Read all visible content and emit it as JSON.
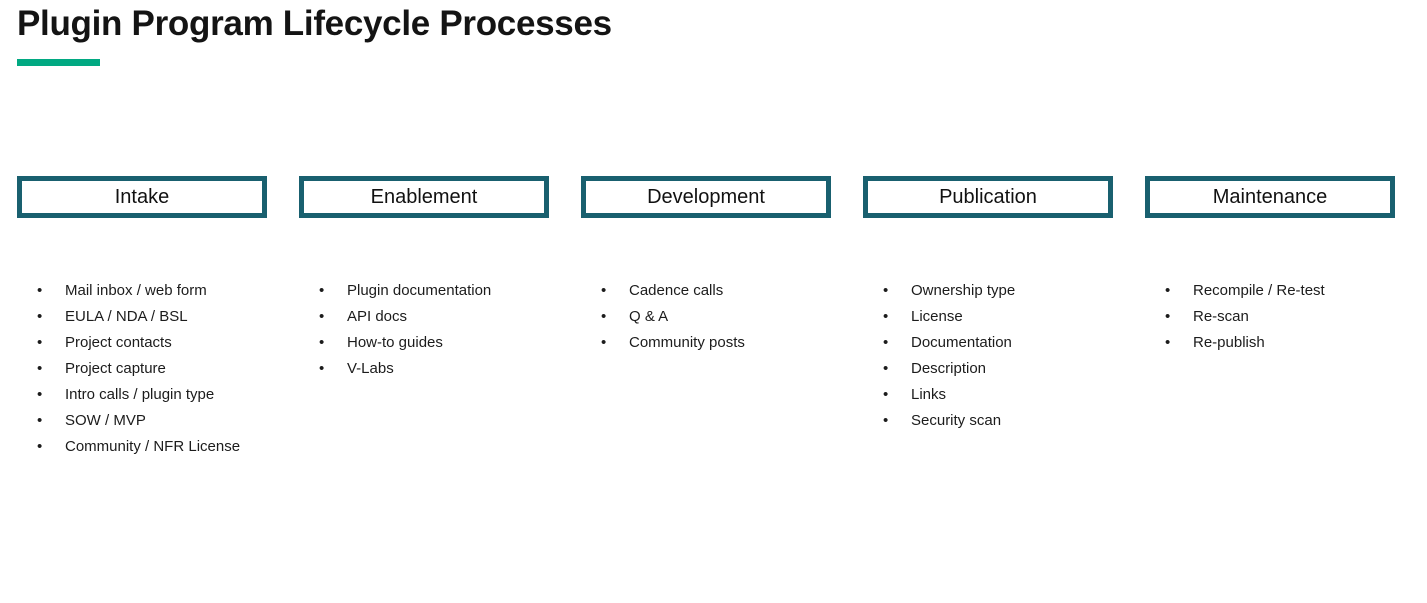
{
  "page": {
    "title": "Plugin Program Lifecycle Processes"
  },
  "colors": {
    "accent_green": "#01A982",
    "stage_border_teal": "#19606F",
    "title_text": "#141414",
    "body_text": "#1C1C1C"
  },
  "icons": {
    "bullet": "•"
  },
  "columns": [
    {
      "label": "Intake",
      "items": [
        "Mail inbox / web form",
        "EULA / NDA / BSL",
        "Project contacts",
        "Project capture",
        "Intro calls / plugin type",
        "SOW / MVP",
        "Community / NFR License"
      ]
    },
    {
      "label": "Enablement",
      "items": [
        "Plugin documentation",
        "API docs",
        "How-to guides",
        "V-Labs"
      ]
    },
    {
      "label": "Development",
      "items": [
        "Cadence calls",
        "Q & A",
        "Community posts"
      ]
    },
    {
      "label": "Publication",
      "items": [
        "Ownership type",
        "License",
        "Documentation",
        "Description",
        "Links",
        "Security scan"
      ]
    },
    {
      "label": "Maintenance",
      "items": [
        "Recompile / Re-test",
        "Re-scan",
        "Re-publish"
      ]
    }
  ]
}
